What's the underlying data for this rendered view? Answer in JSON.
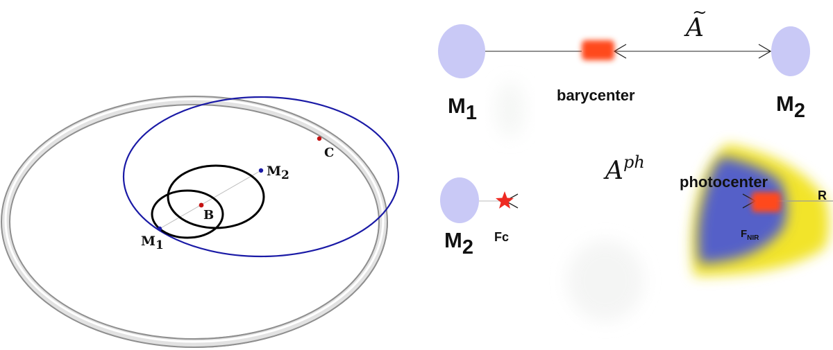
{
  "left_panel": {
    "labels": {
      "m1": "M",
      "m1_sub": "1",
      "m2": "M",
      "m2_sub": "2",
      "b": "B",
      "c": "C"
    },
    "colors": {
      "outer_orbit": "#1a1aa6",
      "binary_orbits": "#000000",
      "points": "#c41212",
      "star_dots": "#1a1aa6"
    }
  },
  "right_top": {
    "m1": "M",
    "m1_sub": "1",
    "m2": "M",
    "m2_sub": "2",
    "center_label": "barycenter",
    "separation_symbol": "A",
    "separation_accent": "~"
  },
  "right_bottom": {
    "m2": "M",
    "m2_sub": "2",
    "fc_label": "Fc",
    "center_label": "photocenter",
    "r_label": "R",
    "flux_label": "F",
    "flux_sub": "NIR",
    "separation_symbol": "A",
    "separation_sup": "ph"
  },
  "colors": {
    "star_fill": "#c9c9f6",
    "center_marker": "#ff4a1c",
    "photosphere_outer": "#f2e42a",
    "photosphere_inner": "#5560c8",
    "fc_star": "#ee2a22"
  }
}
